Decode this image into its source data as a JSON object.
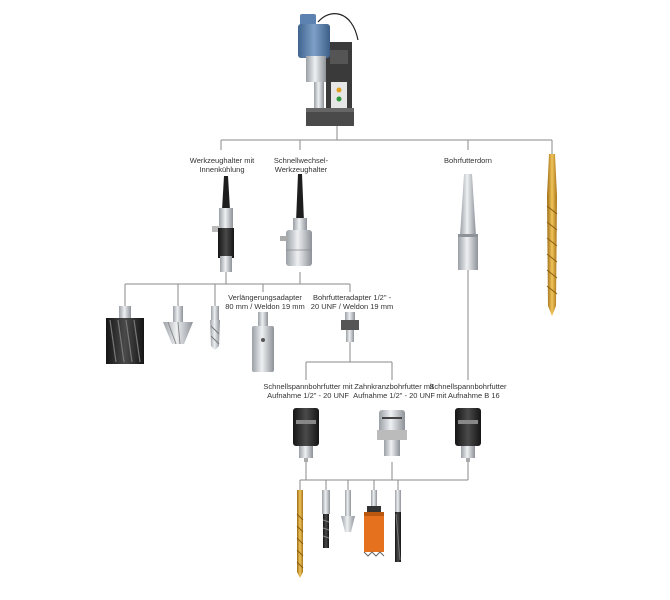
{
  "labels": {
    "tool_holder_cooling": "Werkzeughalter mit\nInnenkühlung",
    "quick_change_holder": "Schnellwechsel-\nWerkzeughalter",
    "chuck_arbor": "Bohrfutterdorn",
    "extension_adapter": "Verlängerungsadapter\n80 mm / Weldon 19 mm",
    "chuck_adapter": "Bohrfutteradapter 1/2\" -\n20 UNF / Weldon 19 mm",
    "keyless_chuck_unf": "Schnellspannbohrfutter mit\nAufnahme 1/2\" - 20 UNF",
    "geared_chuck_unf": "Zahnkranzbohrfutter mit\nAufnahme 1/2\" - 20 UNF",
    "keyless_chuck_b16": "Schnellspannbohrfutter\nmit Aufnahme B 16"
  },
  "colors": {
    "line": "#8a8a8a",
    "drill_body": "#5b82b0",
    "steel": "#c9cdd2",
    "dark": "#2b2b2b",
    "gold": "#c9952c",
    "orange": "#e5711e"
  },
  "icons": [
    "magnetic-drill-press-icon",
    "tool-holder-icon",
    "quick-change-holder-icon",
    "morse-taper-arbor-icon",
    "taper-shank-twist-drill-icon",
    "annular-cutter-icon",
    "countersink-icon",
    "short-cutter-icon",
    "extension-adapter-icon",
    "chuck-adapter-icon",
    "keyless-chuck-icon",
    "geared-chuck-icon",
    "twist-drill-icon",
    "tap-icon",
    "countersink-bit-icon",
    "hole-saw-icon",
    "reamer-icon"
  ]
}
